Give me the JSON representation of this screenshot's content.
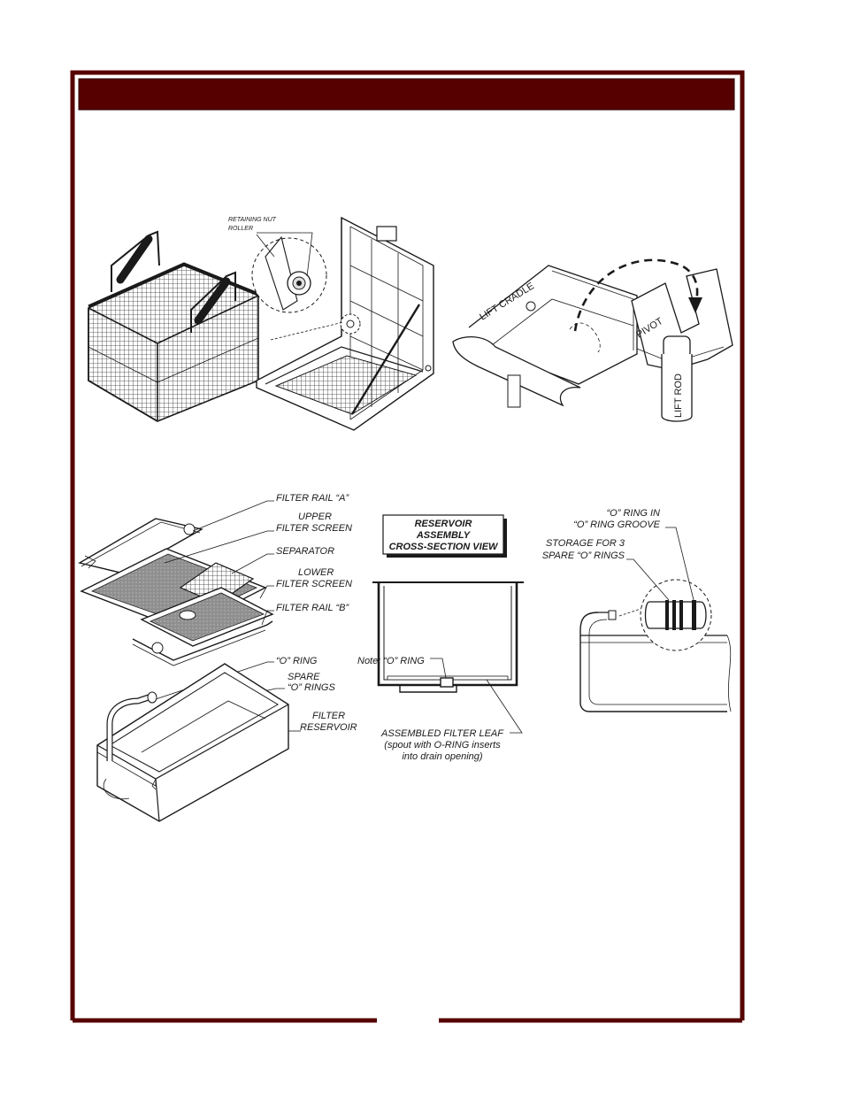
{
  "colors": {
    "frame": "#560000",
    "header_bar": "#560000",
    "ink": "#1a1a1a",
    "screen_fill": "#9a9a9a"
  },
  "labels": {
    "retaining_nut": "RETAINING NUT",
    "roller": "ROLLER",
    "lift_cradle": "LIFT CRADLE",
    "pivot": "PIVOT",
    "lift_rod": "LIFT ROD",
    "filter_rail_a": "FILTER RAIL “A”",
    "upper_filter_screen_1": "UPPER",
    "upper_filter_screen_2": "FILTER SCREEN",
    "separator": "SEPARATOR",
    "lower_filter_screen_1": "LOWER",
    "lower_filter_screen_2": "FILTER SCREEN",
    "filter_rail_b": "FILTER RAIL “B”",
    "o_ring": "“O” RING",
    "spare_o_rings_1": "SPARE",
    "spare_o_rings_2": "“O” RINGS",
    "filter_reservoir_1": "FILTER",
    "filter_reservoir_2": "RESERVOIR",
    "cross_section_title_1": "RESERVOIR",
    "cross_section_title_2": "ASSEMBLY",
    "cross_section_title_3": "CROSS-SECTION VIEW",
    "note_o_ring": "Note: “O” RING",
    "assembled_filter_leaf_1": "ASSEMBLED FILTER LEAF",
    "assembled_filter_leaf_2": "(spout with O-RING inserts",
    "assembled_filter_leaf_3": "into drain opening)",
    "o_ring_in_groove_1": "“O” RING IN",
    "o_ring_in_groove_2": "“O” RING GROOVE",
    "storage_spare_1": "STORAGE FOR 3",
    "storage_spare_2": "SPARE “O” RINGS"
  }
}
